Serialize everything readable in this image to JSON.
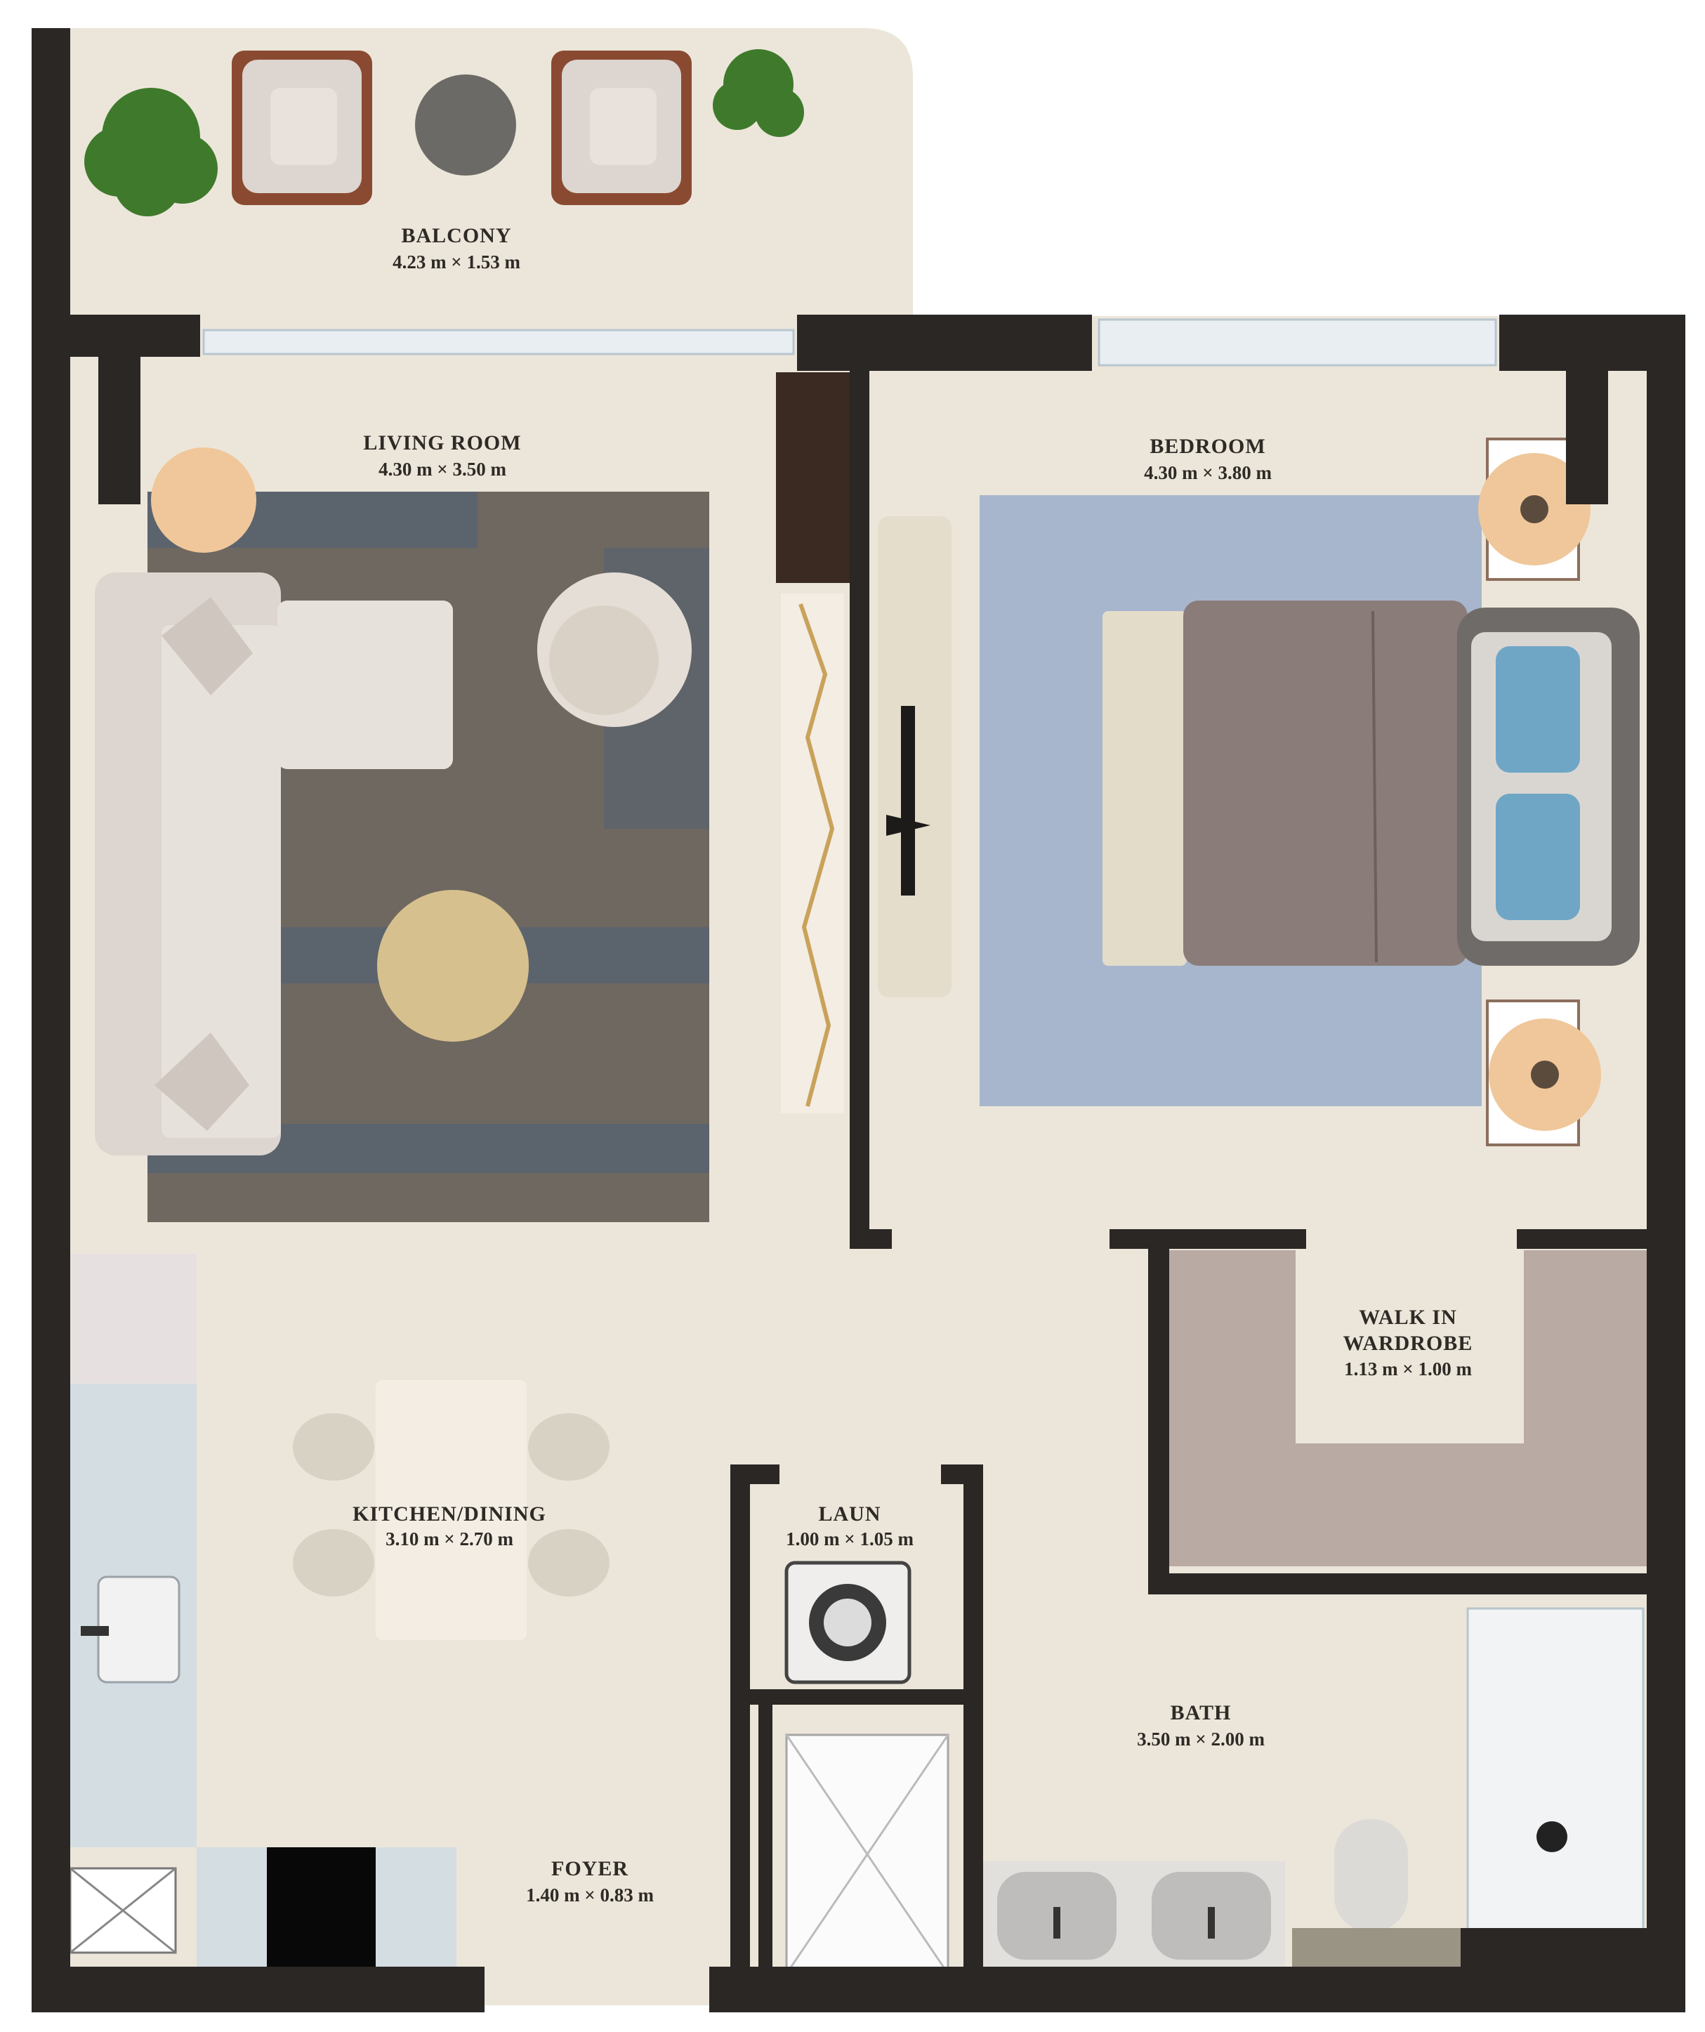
{
  "plan": {
    "colors": {
      "floor": "#ece6da",
      "wall": "#2a2725",
      "wardrobe": "#b9aaa3",
      "rug_living": "#6f6860",
      "rug_living_accent": "#4b5f78",
      "rug_bedroom": "#a7b6cc",
      "sofa": "#ddd5cf",
      "bed": "#8a7c79",
      "lamp": "#f0c79a",
      "plant": "#3f7a2c",
      "marble": "#f3ede4",
      "tile": "#d4dde2"
    },
    "rooms": {
      "balcony": {
        "name": "BALCONY",
        "dims": "4.23 m × 1.53 m"
      },
      "living": {
        "name": "LIVING ROOM",
        "dims": "4.30 m × 3.50 m"
      },
      "bedroom": {
        "name": "BEDROOM",
        "dims": "4.30 m × 3.80 m"
      },
      "wardrobe": {
        "name_line1": "WALK IN",
        "name_line2": "WARDROBE",
        "dims": "1.13 m × 1.00 m"
      },
      "kitchen": {
        "name": "KITCHEN/DINING",
        "dims": "3.10 m × 2.70 m"
      },
      "laundry": {
        "name": "LAUN",
        "dims": "1.00 m × 1.05 m"
      },
      "bath": {
        "name": "BATH",
        "dims": "3.50 m × 2.00 m"
      },
      "foyer": {
        "name": "FOYER",
        "dims": "1.40 m × 0.83 m"
      }
    }
  }
}
